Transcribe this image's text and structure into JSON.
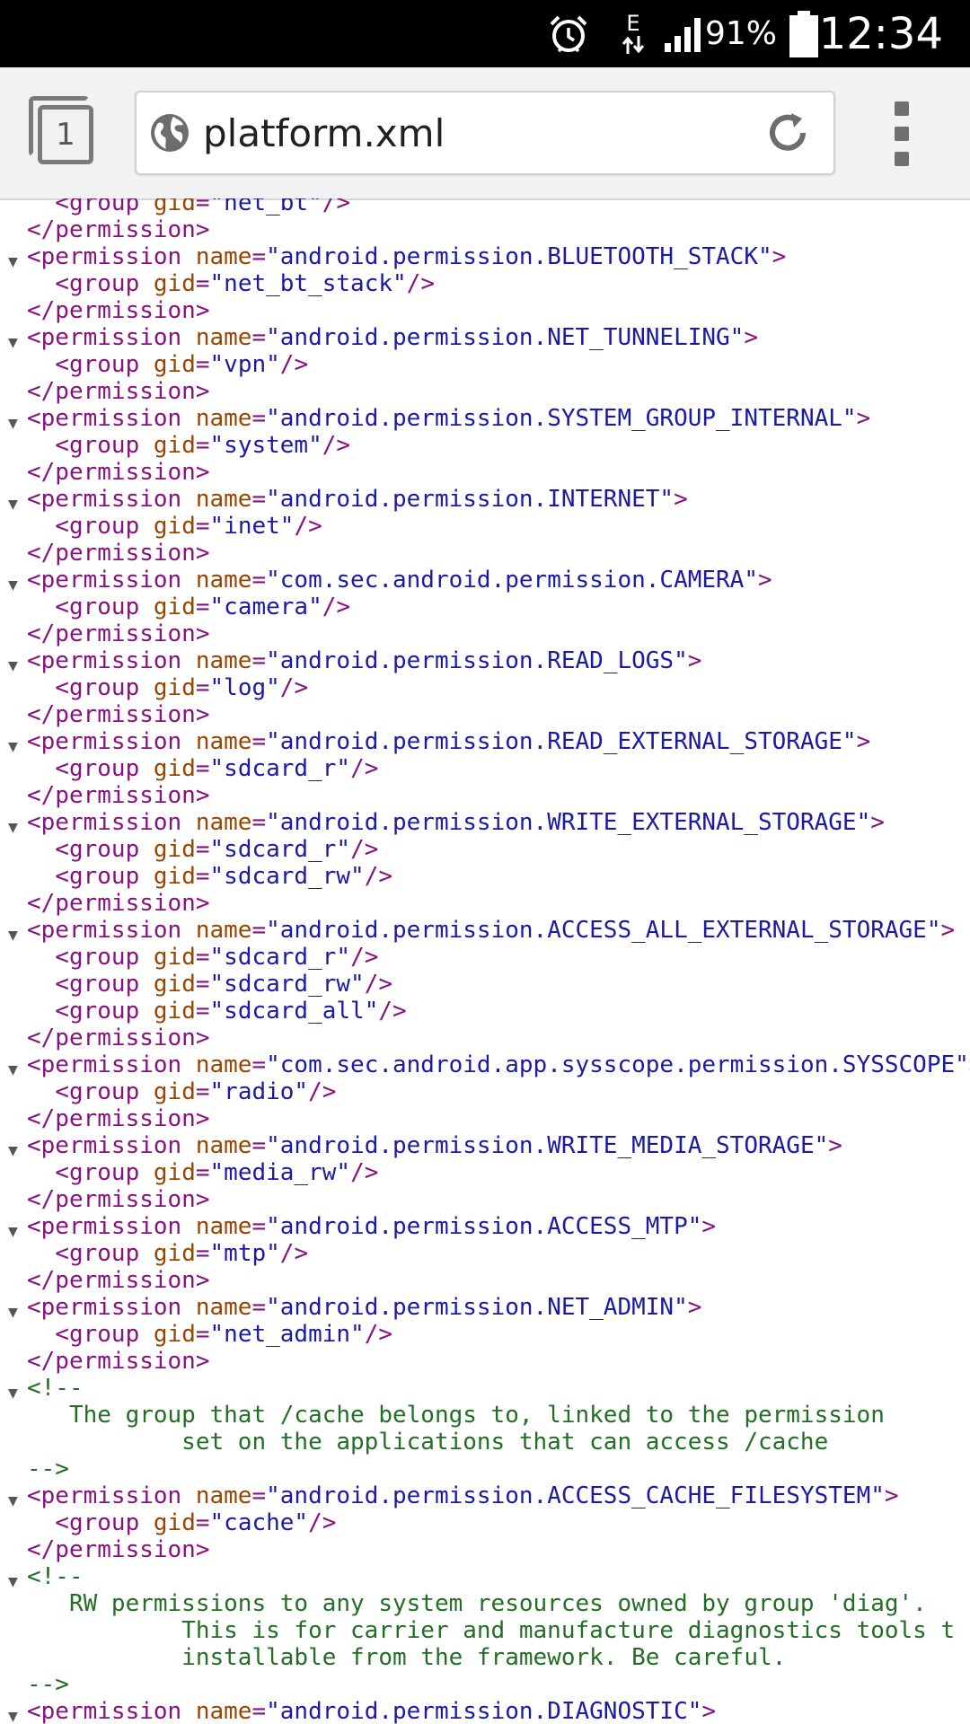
{
  "status_bar": {
    "time": "12:34",
    "battery_percent": "91%",
    "network_type": "E",
    "icons": [
      "alarm-icon",
      "data-transfer-icon",
      "signal-icon",
      "battery-icon"
    ]
  },
  "toolbar": {
    "tab_count": "1",
    "url": "platform.xml"
  },
  "xml_lines": [
    {
      "indent": 1,
      "type": "group",
      "gid": "net_bt"
    },
    {
      "indent": 0,
      "type": "close"
    },
    {
      "indent": 0,
      "type": "open",
      "name": "android.permission.BLUETOOTH_STACK"
    },
    {
      "indent": 1,
      "type": "group",
      "gid": "net_bt_stack"
    },
    {
      "indent": 0,
      "type": "close"
    },
    {
      "indent": 0,
      "type": "open",
      "name": "android.permission.NET_TUNNELING"
    },
    {
      "indent": 1,
      "type": "group",
      "gid": "vpn"
    },
    {
      "indent": 0,
      "type": "close"
    },
    {
      "indent": 0,
      "type": "open",
      "name": "android.permission.SYSTEM_GROUP_INTERNAL"
    },
    {
      "indent": 1,
      "type": "group",
      "gid": "system"
    },
    {
      "indent": 0,
      "type": "close"
    },
    {
      "indent": 0,
      "type": "open",
      "name": "android.permission.INTERNET"
    },
    {
      "indent": 1,
      "type": "group",
      "gid": "inet"
    },
    {
      "indent": 0,
      "type": "close"
    },
    {
      "indent": 0,
      "type": "open",
      "name": "com.sec.android.permission.CAMERA"
    },
    {
      "indent": 1,
      "type": "group",
      "gid": "camera"
    },
    {
      "indent": 0,
      "type": "close"
    },
    {
      "indent": 0,
      "type": "open",
      "name": "android.permission.READ_LOGS"
    },
    {
      "indent": 1,
      "type": "group",
      "gid": "log"
    },
    {
      "indent": 0,
      "type": "close"
    },
    {
      "indent": 0,
      "type": "open",
      "name": "android.permission.READ_EXTERNAL_STORAGE"
    },
    {
      "indent": 1,
      "type": "group",
      "gid": "sdcard_r"
    },
    {
      "indent": 0,
      "type": "close"
    },
    {
      "indent": 0,
      "type": "open",
      "name": "android.permission.WRITE_EXTERNAL_STORAGE"
    },
    {
      "indent": 1,
      "type": "group",
      "gid": "sdcard_r"
    },
    {
      "indent": 1,
      "type": "group",
      "gid": "sdcard_rw"
    },
    {
      "indent": 0,
      "type": "close"
    },
    {
      "indent": 0,
      "type": "open",
      "name": "android.permission.ACCESS_ALL_EXTERNAL_STORAGE"
    },
    {
      "indent": 1,
      "type": "group",
      "gid": "sdcard_r"
    },
    {
      "indent": 1,
      "type": "group",
      "gid": "sdcard_rw"
    },
    {
      "indent": 1,
      "type": "group",
      "gid": "sdcard_all"
    },
    {
      "indent": 0,
      "type": "close"
    },
    {
      "indent": 0,
      "type": "open",
      "name": "com.sec.android.app.sysscope.permission.SYSSCOPE"
    },
    {
      "indent": 1,
      "type": "group",
      "gid": "radio"
    },
    {
      "indent": 0,
      "type": "close"
    },
    {
      "indent": 0,
      "type": "open",
      "name": "android.permission.WRITE_MEDIA_STORAGE"
    },
    {
      "indent": 1,
      "type": "group",
      "gid": "media_rw"
    },
    {
      "indent": 0,
      "type": "close"
    },
    {
      "indent": 0,
      "type": "open",
      "name": "android.permission.ACCESS_MTP"
    },
    {
      "indent": 1,
      "type": "group",
      "gid": "mtp"
    },
    {
      "indent": 0,
      "type": "close"
    },
    {
      "indent": 0,
      "type": "open",
      "name": "android.permission.NET_ADMIN"
    },
    {
      "indent": 1,
      "type": "group",
      "gid": "net_admin"
    },
    {
      "indent": 0,
      "type": "close"
    },
    {
      "indent": 0,
      "type": "comment_open"
    },
    {
      "indent": 0,
      "type": "comment_text",
      "text": "   The group that /cache belongs to, linked to the permission"
    },
    {
      "indent": 0,
      "type": "comment_text",
      "text": "           set on the applications that can access /cache"
    },
    {
      "indent": 0,
      "type": "comment_close"
    },
    {
      "indent": 0,
      "type": "open",
      "name": "android.permission.ACCESS_CACHE_FILESYSTEM"
    },
    {
      "indent": 1,
      "type": "group",
      "gid": "cache"
    },
    {
      "indent": 0,
      "type": "close"
    },
    {
      "indent": 0,
      "type": "comment_open"
    },
    {
      "indent": 0,
      "type": "comment_text",
      "text": "   RW permissions to any system resources owned by group 'diag'."
    },
    {
      "indent": 0,
      "type": "comment_text",
      "text": "           This is for carrier and manufacture diagnostics tools t"
    },
    {
      "indent": 0,
      "type": "comment_text",
      "text": "           installable from the framework. Be careful."
    },
    {
      "indent": 0,
      "type": "comment_close"
    },
    {
      "indent": 0,
      "type": "open",
      "name": "android.permission.DIAGNOSTIC"
    }
  ]
}
